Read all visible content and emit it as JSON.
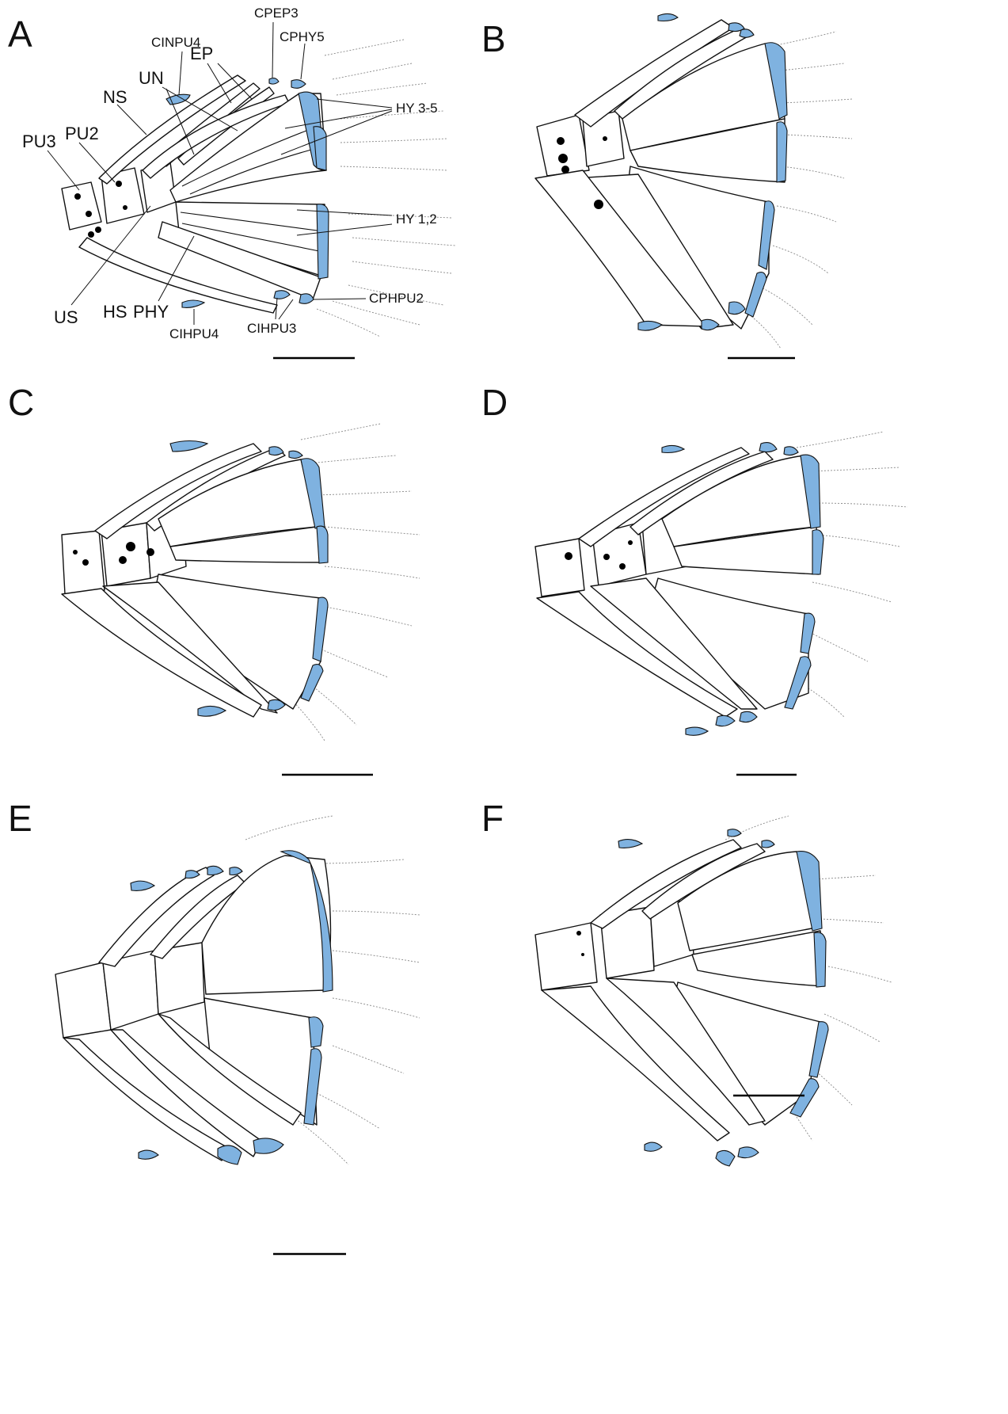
{
  "figure": {
    "panels": [
      {
        "id": "A",
        "label": "A"
      },
      {
        "id": "B",
        "label": "B"
      },
      {
        "id": "C",
        "label": "C"
      },
      {
        "id": "D",
        "label": "D"
      },
      {
        "id": "E",
        "label": "E"
      },
      {
        "id": "F",
        "label": "F"
      }
    ],
    "annotations": {
      "cinpu4": "CINPU4",
      "cpep3": "CPEP3",
      "cphy5": "CPHY5",
      "ep": "EP",
      "un": "UN",
      "ns": "NS",
      "pu3": "PU3",
      "pu2": "PU2",
      "hy35": "HY 3-5",
      "hy12": "HY 1,2",
      "cphpu2": "CPHPU2",
      "us": "US",
      "hs": "HS",
      "phy": "PHY",
      "cihpu4": "CIHPU4",
      "cihpu3": "CIHPU3"
    },
    "colors": {
      "cartilage": "#7fb2e0",
      "outline": "#111111",
      "fin_rays": "#888888"
    }
  }
}
